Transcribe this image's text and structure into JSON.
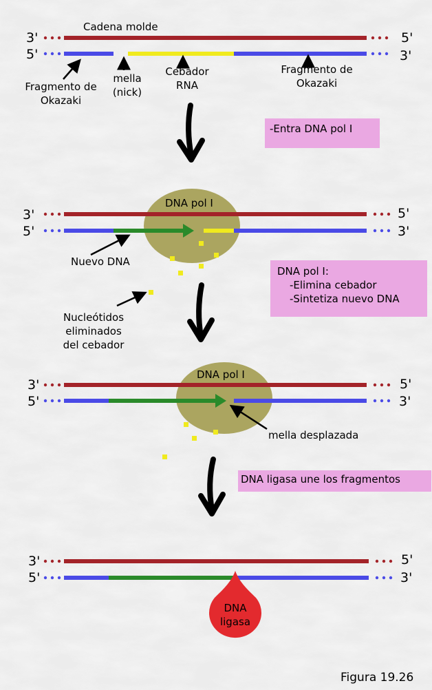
{
  "panel1": {
    "label_3p": "3'",
    "label_5p": "5'",
    "label_5p_right": "5'",
    "label_3p_right": "3'",
    "template_strand": "Cadena molde",
    "okazaki_left": [
      "Fragmento de",
      "Okazaki"
    ],
    "nick": [
      "mella",
      "(nick)"
    ],
    "primer": [
      "Cebador",
      "RNA"
    ],
    "okazaki_right": [
      "Fragmento de",
      "Okazaki"
    ]
  },
  "step1_box": "-Entra DNA pol I",
  "panel2": {
    "label_3p": "3'",
    "label_5p": "5'",
    "label_5p_right": "5'",
    "label_3p_right": "3'",
    "enzyme": "DNA pol I",
    "new_dna": "Nuevo DNA",
    "removed_nucleotides": [
      "Nucleótidos",
      "eliminados",
      "del cebador"
    ]
  },
  "step2_box": {
    "title": "DNA pol I:",
    "items": [
      "-Elimina cebador",
      "-Sintetiza nuevo DNA"
    ]
  },
  "panel3": {
    "label_3p": "3'",
    "label_5p": "5'",
    "label_5p_right": "5'",
    "label_3p_right": "3'",
    "enzyme": "DNA pol I",
    "displaced_nick": "mella desplazada"
  },
  "step3_box": "DNA ligasa une los fragmentos",
  "panel4": {
    "label_3p": "3'",
    "label_5p": "5'",
    "label_5p_right": "5'",
    "label_3p_right": "3'",
    "ligase": [
      "DNA",
      "ligasa"
    ]
  },
  "figure_caption": "Figura 19.26",
  "colors": {
    "template": "#a32329",
    "okazaki": "#4a4ae6",
    "primer": "#f0ea1e",
    "new_dna": "#2a8a2a",
    "pol_enzyme": "#aba560",
    "ligase": "#e32a2e",
    "box": "#eaa8e2",
    "dots_red": "#a32329",
    "dots_blue": "#4a4ae6"
  }
}
